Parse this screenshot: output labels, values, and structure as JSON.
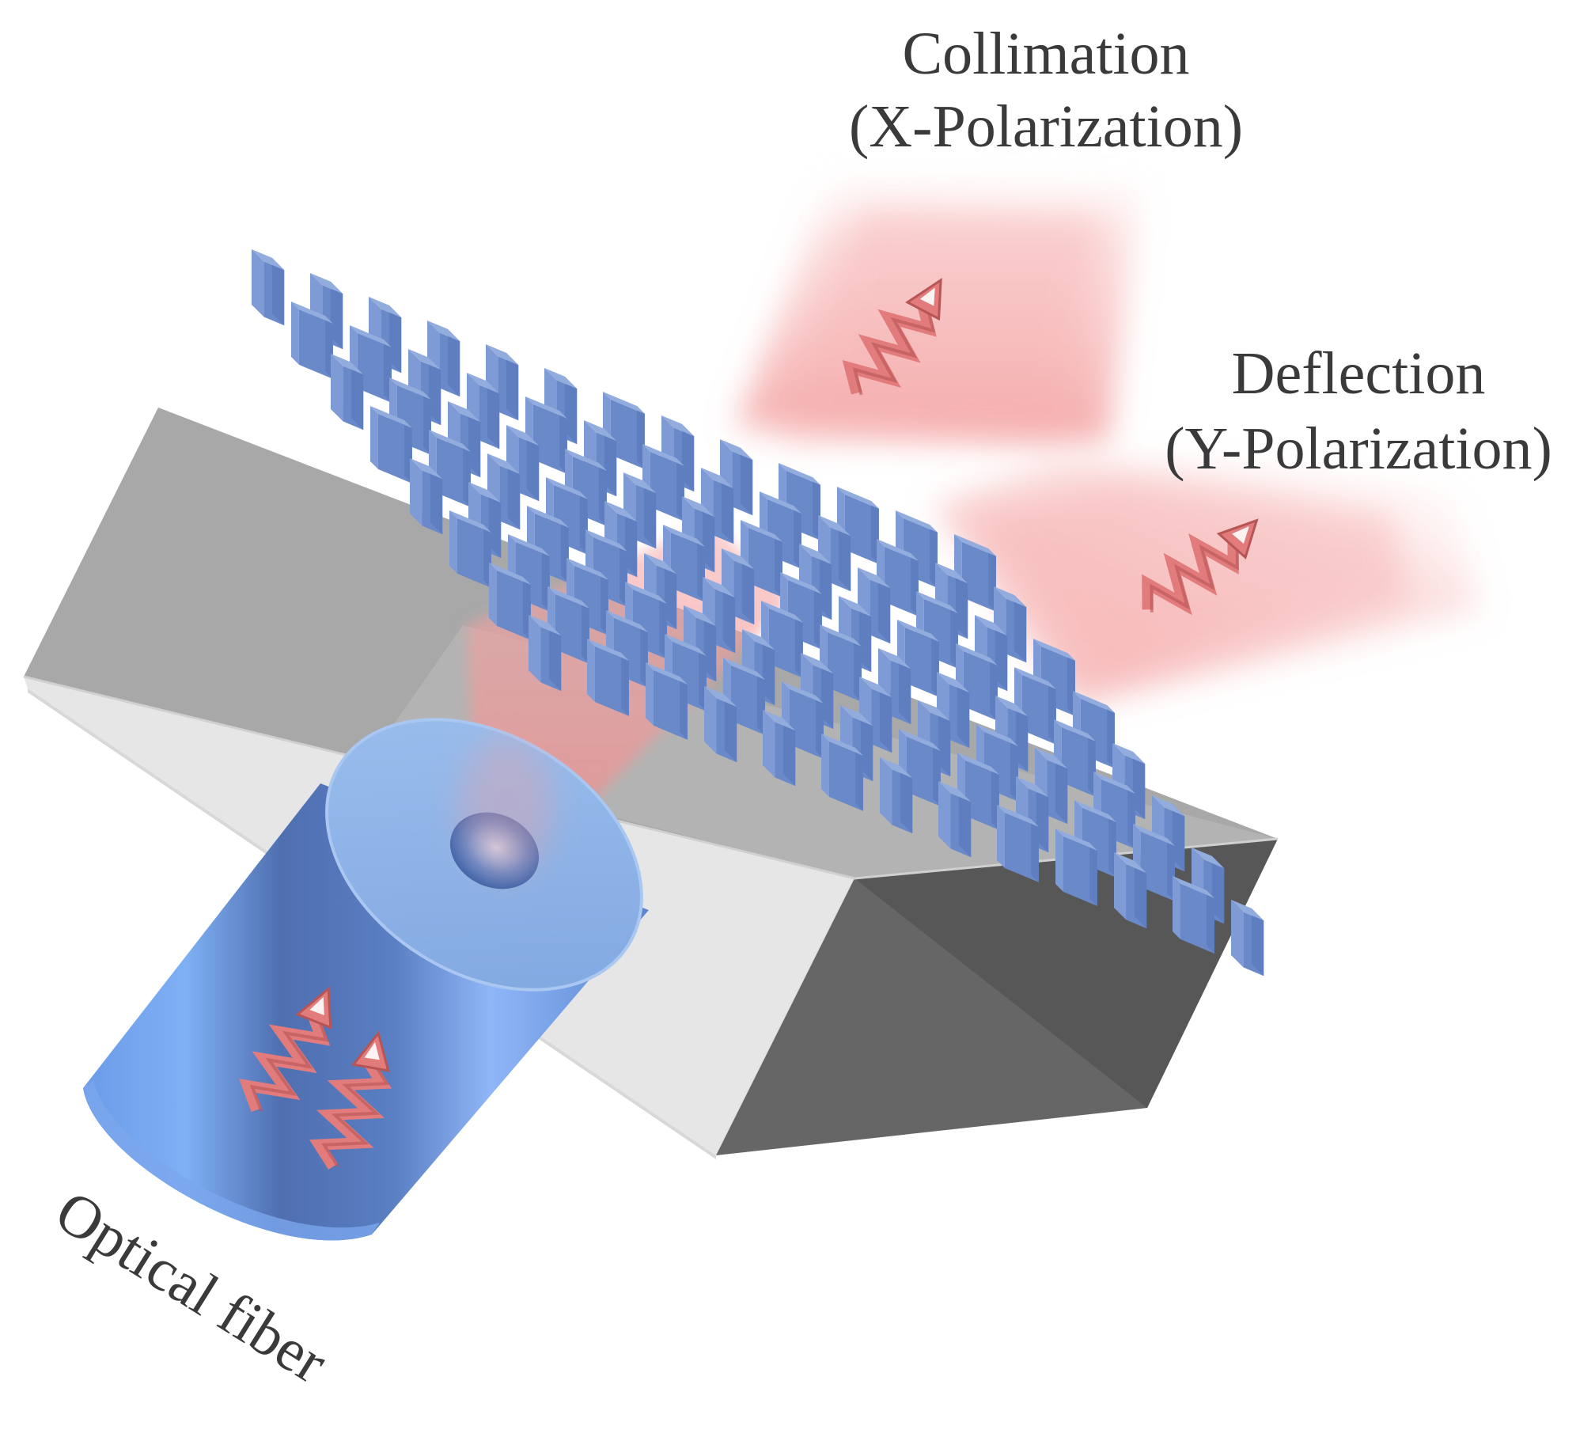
{
  "labels": {
    "collimation_line1": "Collimation",
    "collimation_line2": "(X-Polarization)",
    "deflection_line1": "Deflection",
    "deflection_line2": "(Y-Polarization)",
    "fiber": "Optical fiber"
  },
  "colors": {
    "pillar_top": "#93acde",
    "pillar_front": "#6a89c9",
    "pillar_side": "#7f9bd6",
    "slab_top": "#a9a9a9",
    "slab_front": "#e3e3e3",
    "slab_side_dark": "#555555",
    "slab_side_mid": "#6b6b6b",
    "beam": "#f4a3a3",
    "wave_arrow": "#d96a6a",
    "fiber_body": "#6f9be6",
    "fiber_top": "#8fb5ea"
  },
  "icons": {
    "wave_arrow": "polarization-wave-arrow-icon"
  }
}
